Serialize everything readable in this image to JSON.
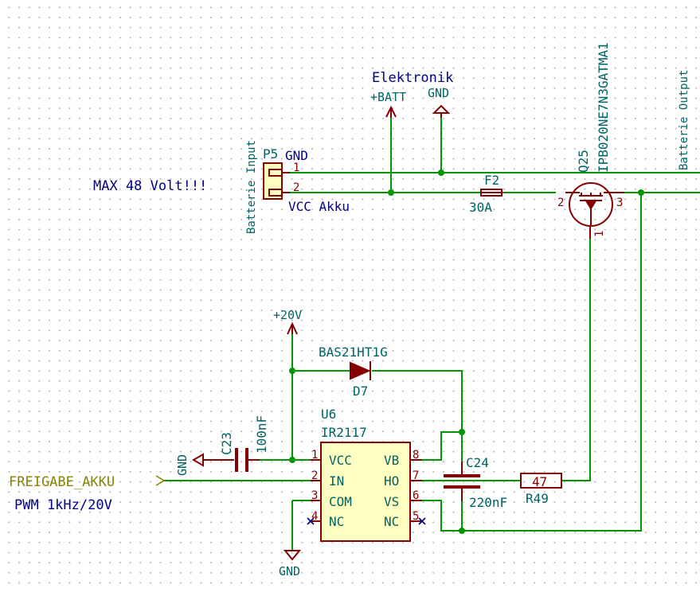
{
  "texts": {
    "max_note": "MAX 48 Volt!!!",
    "elektronik": "Elektronik",
    "batt_net": "+BATT",
    "gnd": "GND",
    "batterie_input": "Batterie Input",
    "batterie_output": "Batterie Output",
    "p5_ref": "P5",
    "p5_gnd": "GND",
    "p5_vcc": "VCC Akku",
    "fuse_ref": "F2",
    "fuse_val": "30A",
    "q_ref": "Q25",
    "q_val": "IPB020NE7N3GATMA1",
    "plus20": "+20V",
    "diode_part": "BAS21HT1G",
    "diode_ref": "D7",
    "u6_ref": "U6",
    "u6_val": "IR2117",
    "c23_ref": "C23",
    "c23_val": "100nF",
    "c24_ref": "C24",
    "c24_val": "220nF",
    "r49_ref": "R49",
    "r49_val": "47",
    "freigabe": "FREIGABE_AKKU",
    "pwm_note": "PWM 1kHz/20V"
  },
  "pins": {
    "p5_1": "1",
    "p5_2": "2",
    "q_1": "1",
    "q_2": "2",
    "q_3": "3",
    "u_1": "1",
    "u_2": "2",
    "u_3": "3",
    "u_4": "4",
    "u_5": "5",
    "u_6": "6",
    "u_7": "7",
    "u_8": "8"
  },
  "u6_pin_names": {
    "vcc": "VCC",
    "in": "IN",
    "com": "COM",
    "nc_l": "NC",
    "vb": "VB",
    "ho": "HO",
    "vs": "VS",
    "nc_r": "NC"
  },
  "colors": {
    "wire": "#009600",
    "symbol": "#840000",
    "symbol_fill": "#ffffc2",
    "ref_text": "#006464",
    "note_text": "#000084",
    "global_label": "#848400"
  }
}
